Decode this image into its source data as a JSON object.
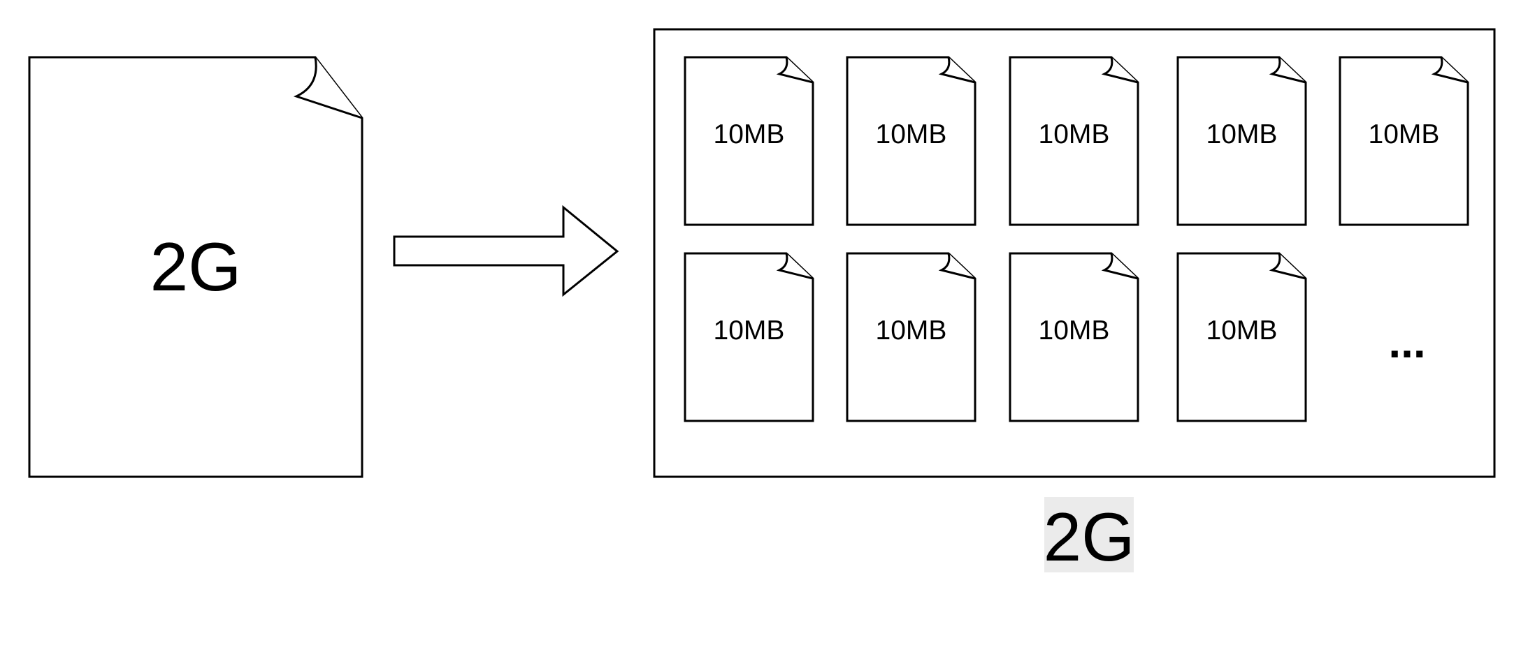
{
  "source_file": {
    "label": "2G"
  },
  "arrow": {
    "direction": "right"
  },
  "container": {
    "chunks": [
      {
        "label": "10MB"
      },
      {
        "label": "10MB"
      },
      {
        "label": "10MB"
      },
      {
        "label": "10MB"
      },
      {
        "label": "10MB"
      },
      {
        "label": "10MB"
      },
      {
        "label": "10MB"
      },
      {
        "label": "10MB"
      },
      {
        "label": "10MB"
      }
    ],
    "ellipsis": "...",
    "caption": "2G"
  },
  "colors": {
    "stroke": "#000000",
    "fill": "#ffffff",
    "caption_highlight": "#ebebeb"
  }
}
